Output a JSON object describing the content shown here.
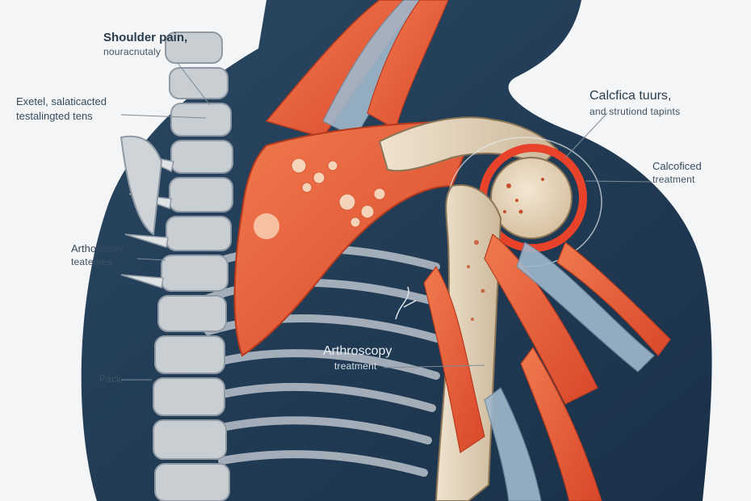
{
  "labels": {
    "shoulder_pain": {
      "line1": "Shoulder pain,",
      "line2": "nouracnutaly"
    },
    "exetel": {
      "line1": "Exetel, salaticacted",
      "line2": "testalingted tens"
    },
    "calcifica": {
      "line1": "Calcfica tuurs,",
      "line2": "and strutiond tapints"
    },
    "calcoficed": {
      "line1": "Calcoficed",
      "line2": "treatment"
    },
    "arthroscopy_left": {
      "line1": "Arthoscopy",
      "line2": "teatemes"
    },
    "arthroscopy_center": {
      "line1": "Arthroscopy",
      "line2": "treatment"
    },
    "pack": {
      "line1": "Pack"
    }
  },
  "colors": {
    "background": "#f4f5f6",
    "silhouette": "#1f3a52",
    "muscle": "#e8582f",
    "bone": "#e4d5bd",
    "spine": "#c9ced3",
    "tendon": "#9fb8cc"
  }
}
